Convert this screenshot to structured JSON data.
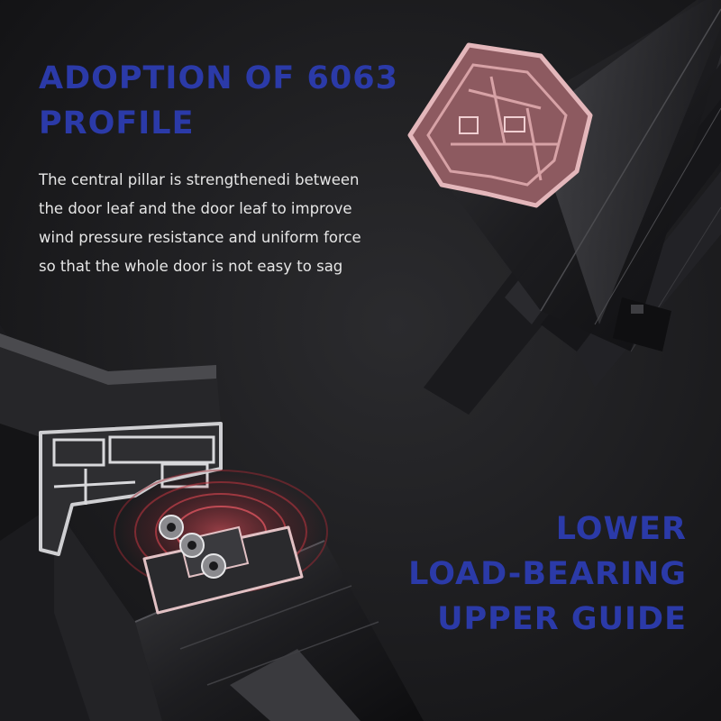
{
  "colors": {
    "headline": "#2b3aa8",
    "body_text": "#e6e6e6",
    "background": "#1c1c1e",
    "cut_face": "#d7a2a6",
    "glow": "#c0343f"
  },
  "headline_top": {
    "lines": [
      "ADOPTION OF 6063",
      "PROFILE"
    ]
  },
  "body": {
    "lines": [
      "The central pillar is strengthenedi between",
      "the door leaf and the door leaf to improve",
      "wind pressure resistance and uniform force",
      "so that the whole door is not easy to sag"
    ]
  },
  "headline_bottom": {
    "lines": [
      "LOWER",
      "LOAD-BEARING",
      "UPPER GUIDE"
    ]
  }
}
